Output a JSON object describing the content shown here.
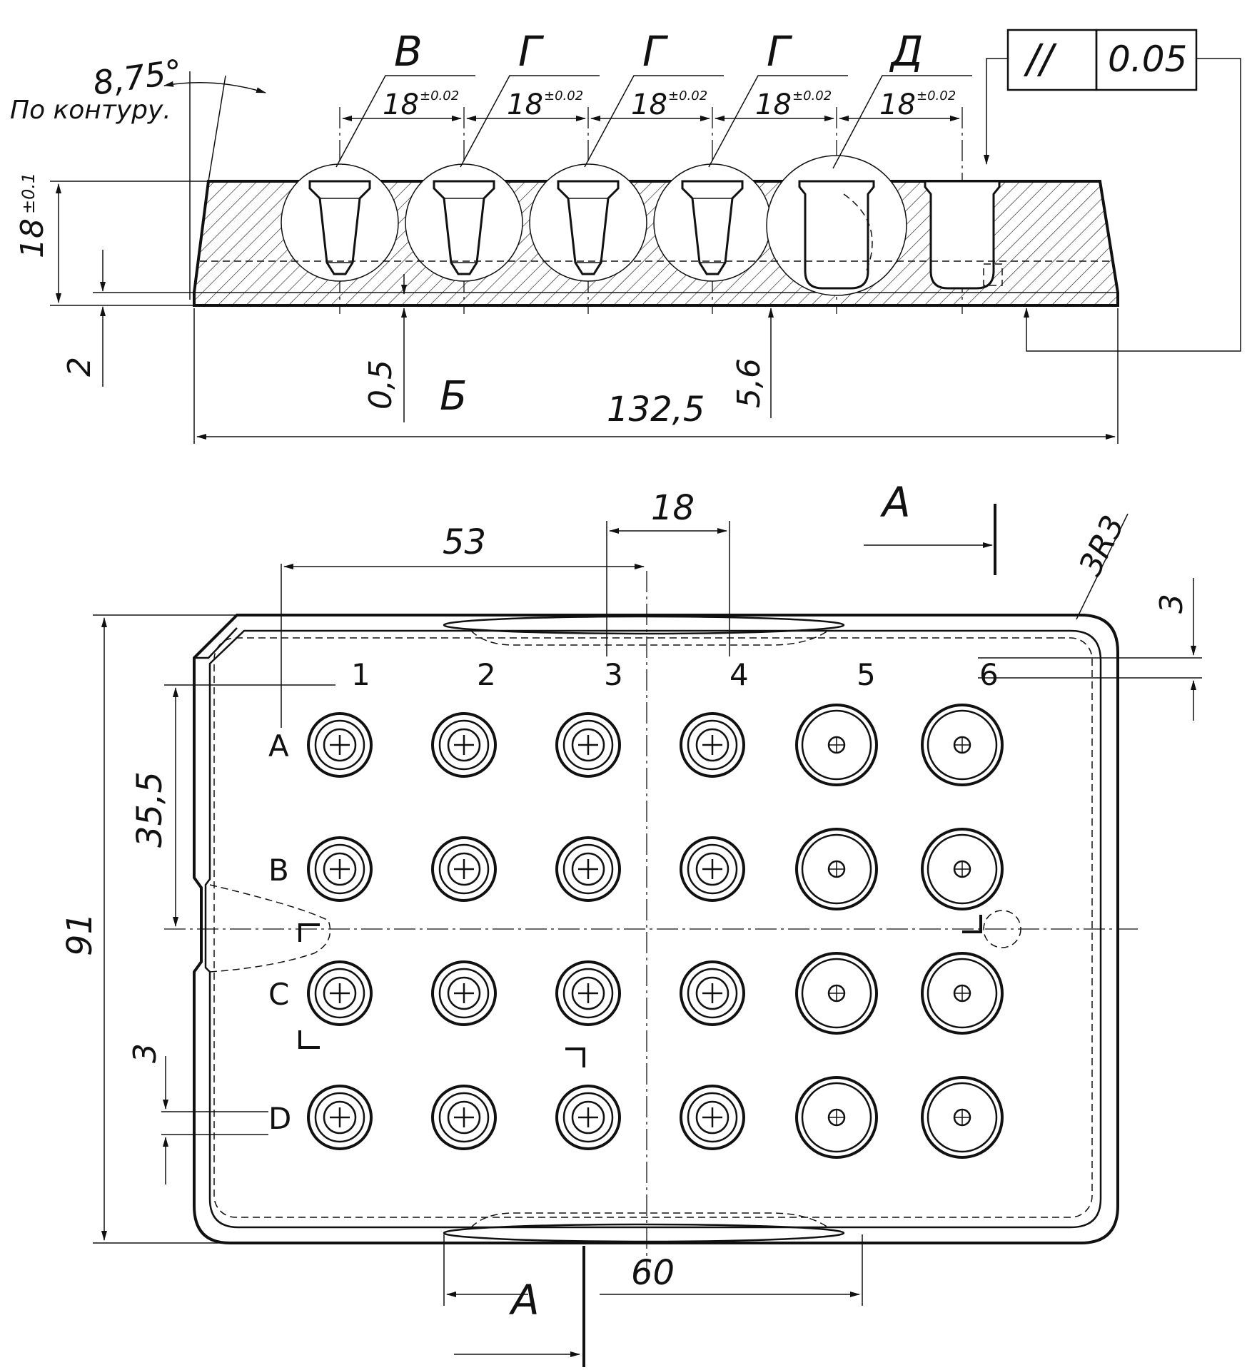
{
  "section_view": {
    "angle_label": "8,75°",
    "contour_note": "По контуру.",
    "height_label": "18",
    "height_tol": "±0.1",
    "dim_2": "2",
    "dim_05": "0,5",
    "dim_56": "5,6",
    "datum_b": "Б",
    "overall_length": "132,5",
    "pitch_label": "18",
    "pitch_tol": "±0.02",
    "detail_letters": [
      "В",
      "Г",
      "Г",
      "Г",
      "Д"
    ],
    "tolerance_symbol": "//",
    "tolerance_value": "0.05"
  },
  "plan_view": {
    "dim_53": "53",
    "dim_18": "18",
    "section_letter": "А",
    "dim_3r3": "3R3",
    "dim_3_right": "3",
    "dim_91": "91",
    "dim_355": "35,5",
    "dim_3_left": "3",
    "dim_60": "60",
    "columns": [
      "1",
      "2",
      "3",
      "4",
      "5",
      "6"
    ],
    "rows": [
      "A",
      "B",
      "C",
      "D"
    ]
  }
}
